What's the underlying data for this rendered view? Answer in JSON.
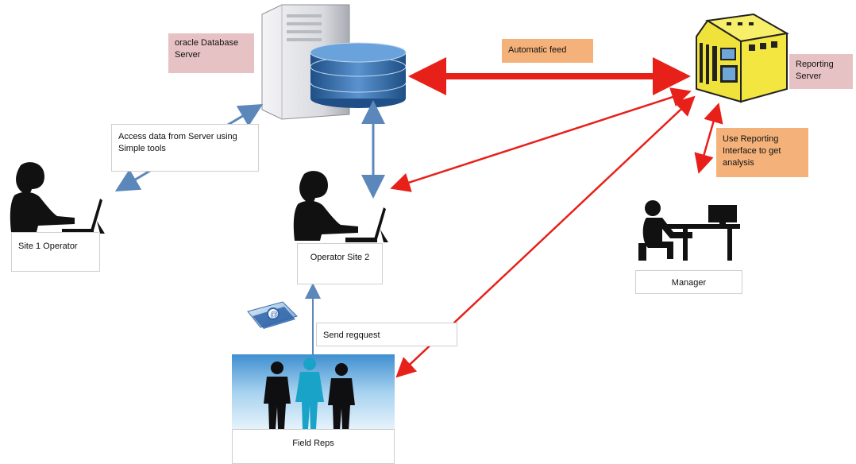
{
  "labels": {
    "oracle_server": "oracle Database Server",
    "automatic_feed": "Automatic  feed",
    "reporting_server": "Reporting Server",
    "access_data": "Access data from Server using Simple tools",
    "use_reporting": "Use Reporting Interface to get analysis",
    "site1_operator": "Site 1 Operator",
    "operator_site2": "Operator Site 2",
    "manager": "Manager",
    "send_request": "Send regquest",
    "field_reps": "Field Reps"
  },
  "colors": {
    "red_arrow": "#e8201a",
    "blue_arrow": "#5b87bb",
    "pink_label": "#e7c2c4",
    "orange_label": "#f4b27a",
    "reporting_server_yellow": "#f3e640"
  }
}
